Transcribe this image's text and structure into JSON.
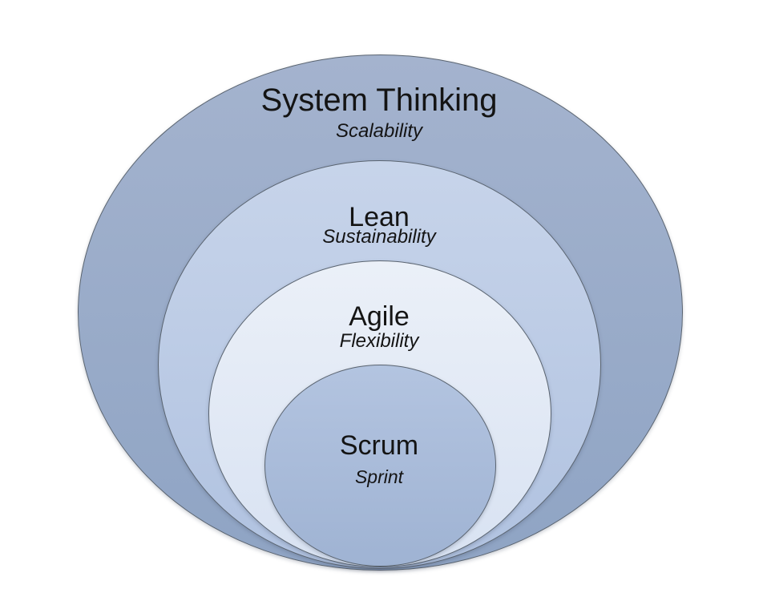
{
  "diagram": {
    "type": "onion",
    "background": "#ffffff",
    "border_color": "#5a6470",
    "text_color": "#141414",
    "levels": [
      {
        "label": "System Thinking",
        "sublabel": "Scalability",
        "fill_top": "#a4b3ce",
        "fill_bottom": "#8fa4c4"
      },
      {
        "label": "Lean",
        "sublabel": "Sustainability",
        "fill_top": "#c7d4ea",
        "fill_bottom": "#b0c2e0"
      },
      {
        "label": "Agile",
        "sublabel": "Flexibility",
        "fill_top": "#ebf0f8",
        "fill_bottom": "#d8e2f2"
      },
      {
        "label": "Scrum",
        "sublabel": "Sprint",
        "fill_top": "#b3c4e0",
        "fill_bottom": "#9fb3d3"
      }
    ]
  }
}
